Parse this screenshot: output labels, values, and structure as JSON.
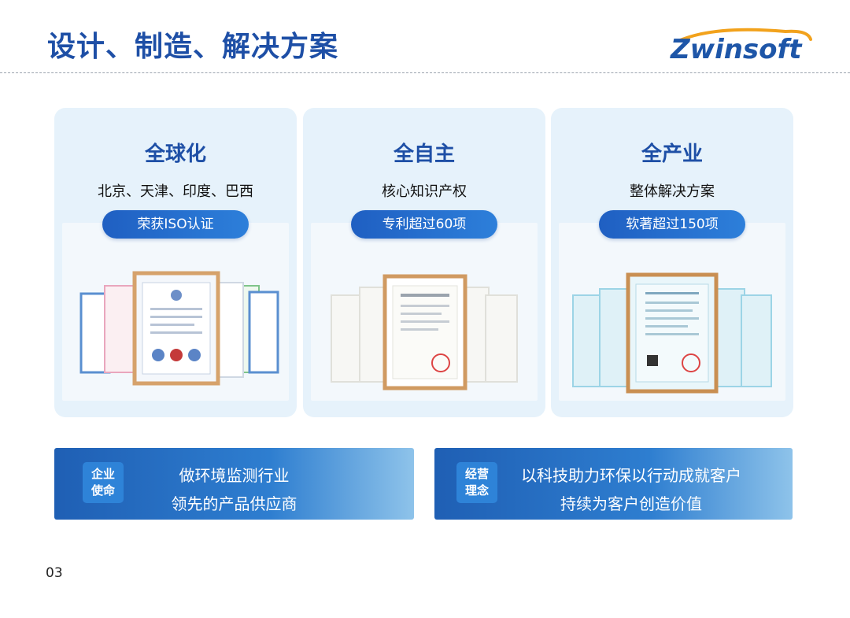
{
  "header": {
    "title": "设计、制造、解决方案",
    "logo_text": "Zwinsoft"
  },
  "cards": [
    {
      "title": "全球化",
      "subtitle": "北京、天津、印度、巴西",
      "pill": "荣获ISO认证"
    },
    {
      "title": "全自主",
      "subtitle": "核心知识产权",
      "pill": "专利超过60项"
    },
    {
      "title": "全产业",
      "subtitle": "整体解决方案",
      "pill": "软著超过150项"
    }
  ],
  "bands": [
    {
      "badge_line1": "企业",
      "badge_line2": "使命",
      "line1": "做环境监测行业",
      "line2": "领先的产品供应商"
    },
    {
      "badge_line1": "经营",
      "badge_line2": "理念",
      "line1": "以科技助力环保以行动成就客户",
      "line2": "持续为客户创造价值"
    }
  ],
  "footer": {
    "page_number": "03"
  },
  "colors": {
    "brand_blue": "#1e4fa6",
    "card_bg": "#e6f2fb",
    "pill_blue": "#2d7fda",
    "logo_orange": "#f2a21c"
  }
}
